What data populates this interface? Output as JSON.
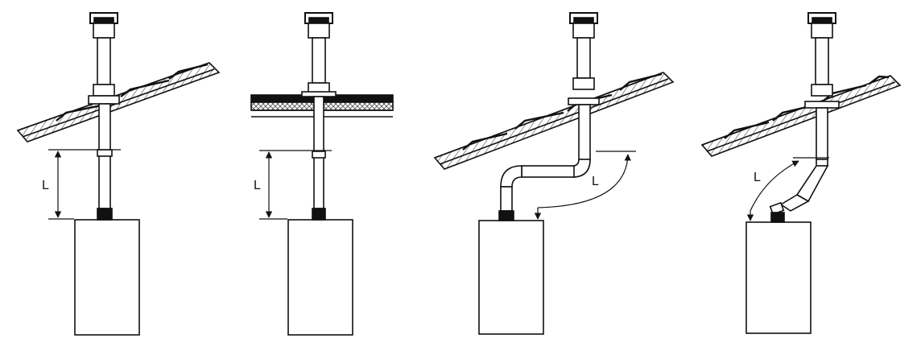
{
  "diagram": {
    "panels": [
      {
        "id": "pitched-roof-straight",
        "dimension_label": "L"
      },
      {
        "id": "flat-roof-straight",
        "dimension_label": "L"
      },
      {
        "id": "pitched-roof-offset-90",
        "dimension_label": "L"
      },
      {
        "id": "pitched-roof-offset-45",
        "dimension_label": "L"
      }
    ],
    "colors": {
      "line": "#111111",
      "fill": "#ffffff",
      "insulation": "#bfbfbf"
    }
  }
}
